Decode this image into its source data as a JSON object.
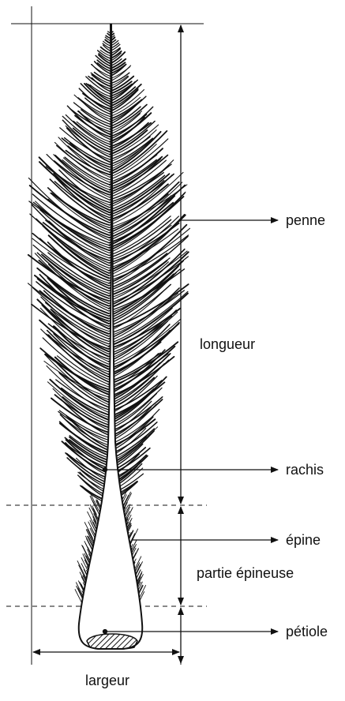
{
  "labels": {
    "penne": "penne",
    "longueur": "longueur",
    "rachis": "rachis",
    "epine": "épine",
    "partie_epineuse": "partie épineuse",
    "petiole": "pétiole",
    "largeur": "largeur"
  },
  "colors": {
    "ink": "#111111",
    "background": "#ffffff"
  }
}
